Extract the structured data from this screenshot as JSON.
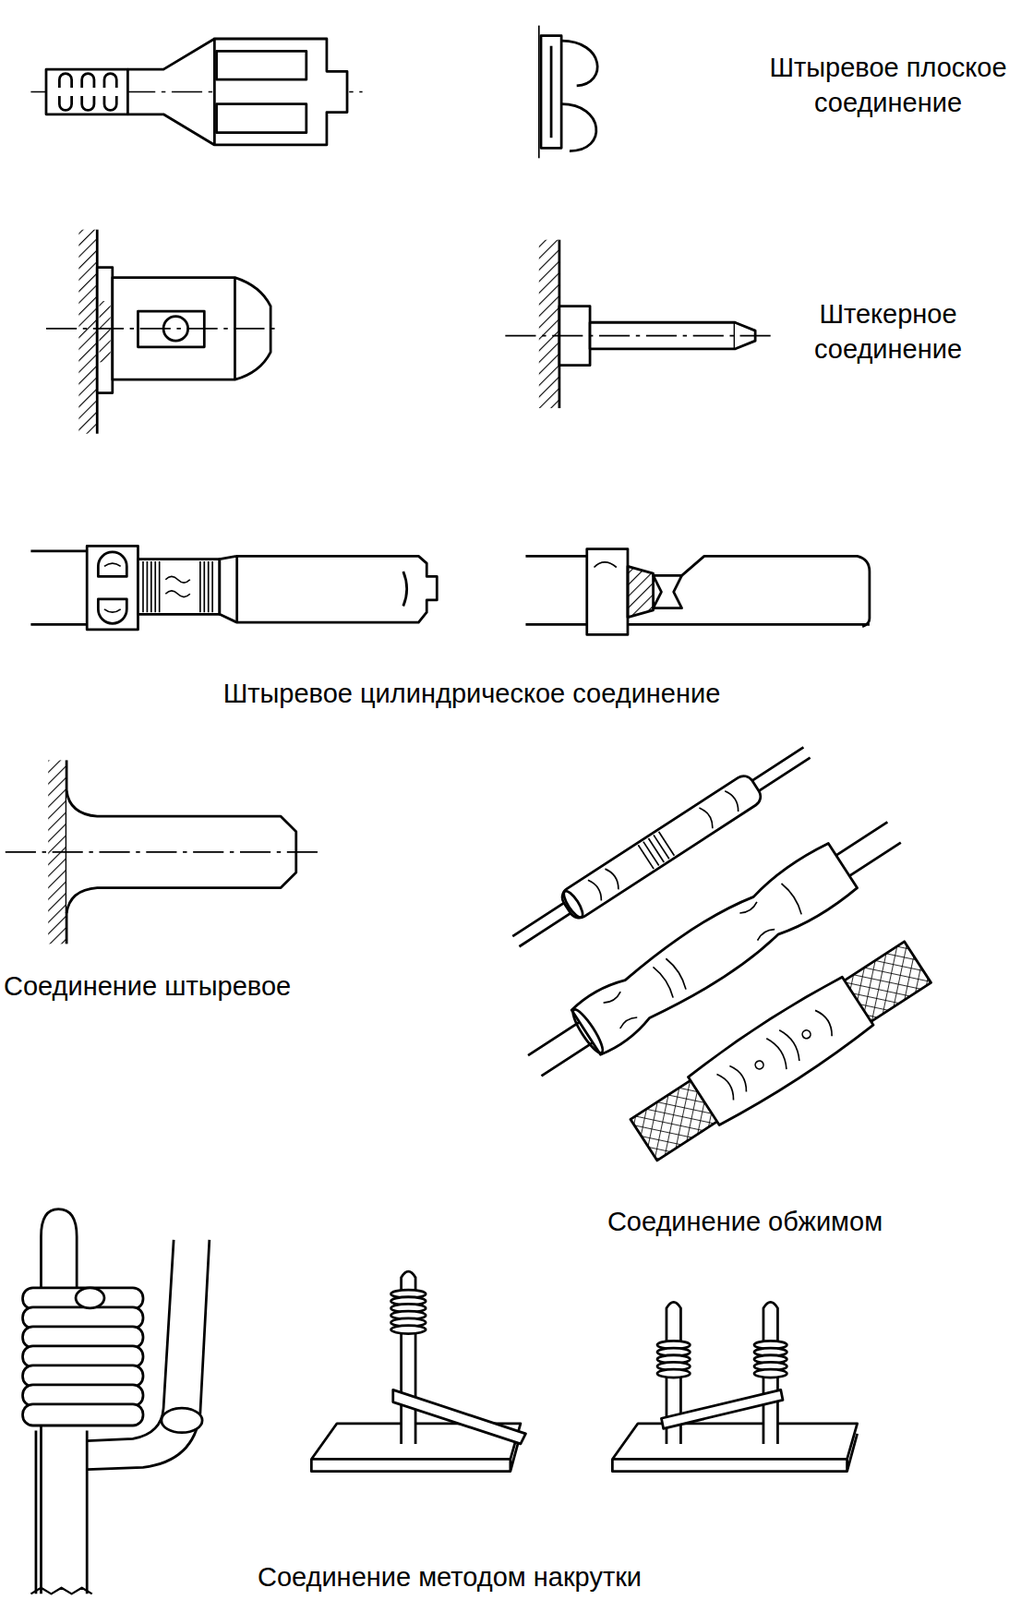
{
  "diagram": {
    "labels": [
      "Штыревое плоское соединение",
      "Штекерное соединение",
      "Штыревое цилиндрическое соединение",
      "Соединение штыревое",
      "Соединение обжимом",
      "Соединение методом накрутки"
    ]
  }
}
